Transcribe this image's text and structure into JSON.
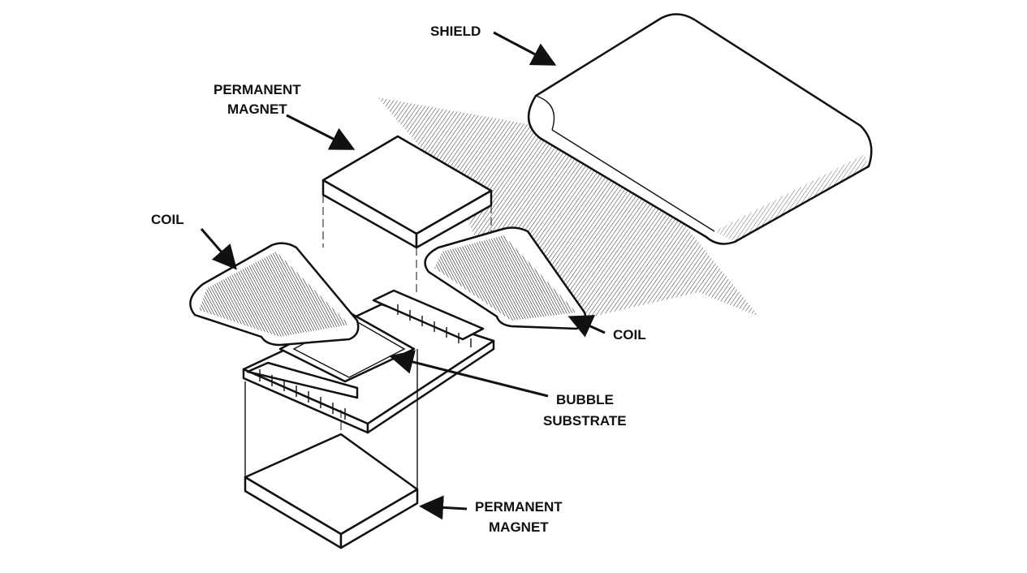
{
  "diagram": {
    "labels": {
      "shield": "SHIELD",
      "top_magnet_line1": "PERMANENT",
      "top_magnet_line2": "MAGNET",
      "coil_left": "COIL",
      "coil_right": "COIL",
      "substrate_line1": "BUBBLE",
      "substrate_line2": "SUBSTRATE",
      "bottom_magnet_line1": "PERMANENT",
      "bottom_magnet_line2": "MAGNET"
    },
    "colors": {
      "ink": "#111111",
      "background": "#ffffff"
    }
  }
}
